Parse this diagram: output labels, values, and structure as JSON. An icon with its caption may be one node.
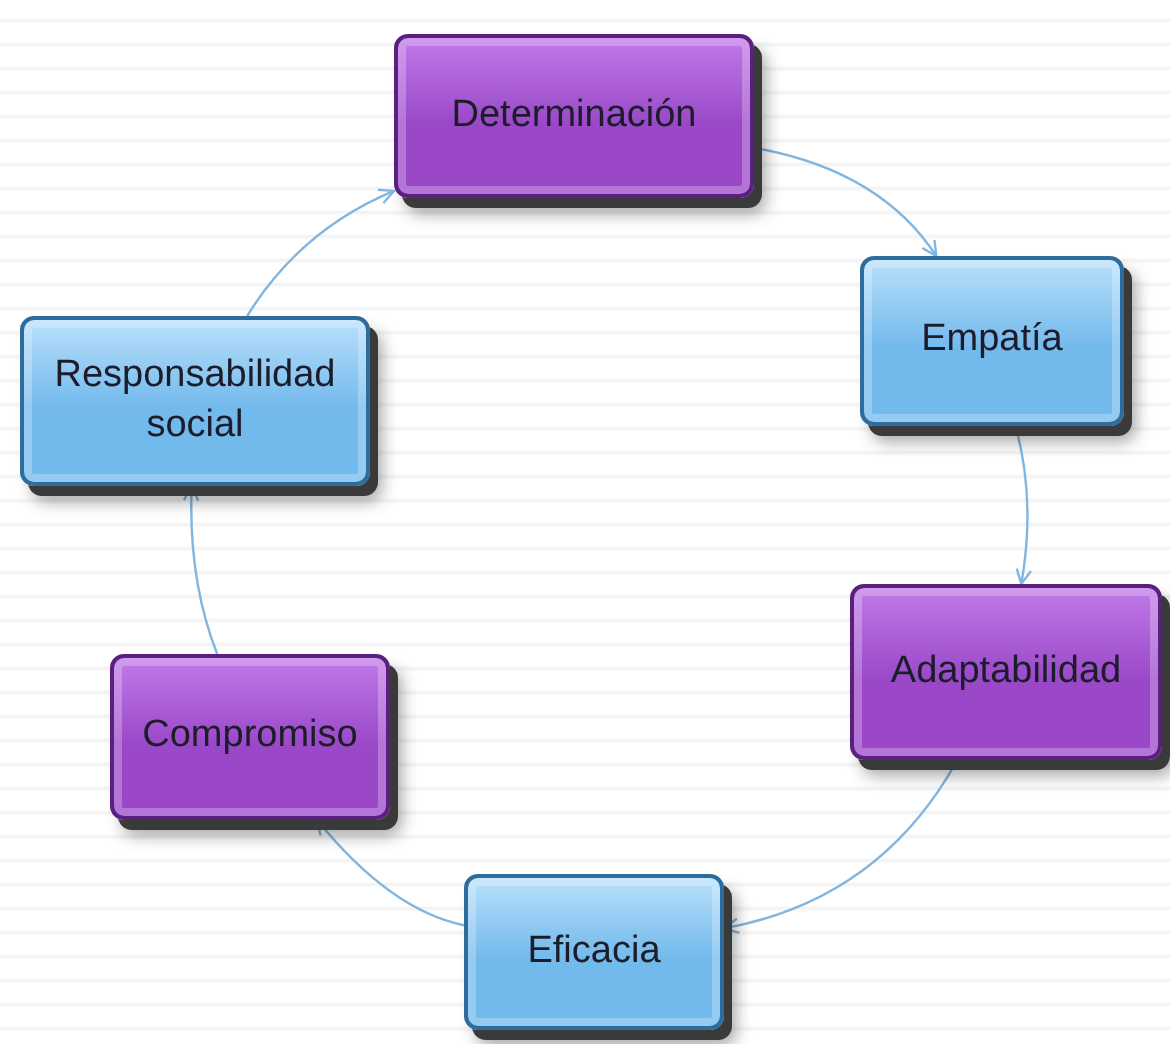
{
  "diagram": {
    "nodes": [
      {
        "text": [
          "Determinación"
        ]
      },
      {
        "text": [
          "Empatía"
        ]
      },
      {
        "text": [
          "Adaptabilidad"
        ]
      },
      {
        "text": [
          "Eficacia"
        ]
      },
      {
        "text": [
          "Compromiso"
        ]
      },
      {
        "text": [
          "Responsabilidad social"
        ]
      }
    ],
    "edges": [
      {
        "from": 0,
        "to": 1,
        "arrow": "to"
      },
      {
        "from": 1,
        "to": 2,
        "arrow": "to"
      },
      {
        "from": 2,
        "to": 3,
        "arrow": "to"
      },
      {
        "from": 3,
        "to": 4,
        "arrow": "to"
      },
      {
        "from": 4,
        "to": 5,
        "arrow": "to"
      },
      {
        "from": 5,
        "to": 0,
        "arrow": "to"
      }
    ]
  }
}
